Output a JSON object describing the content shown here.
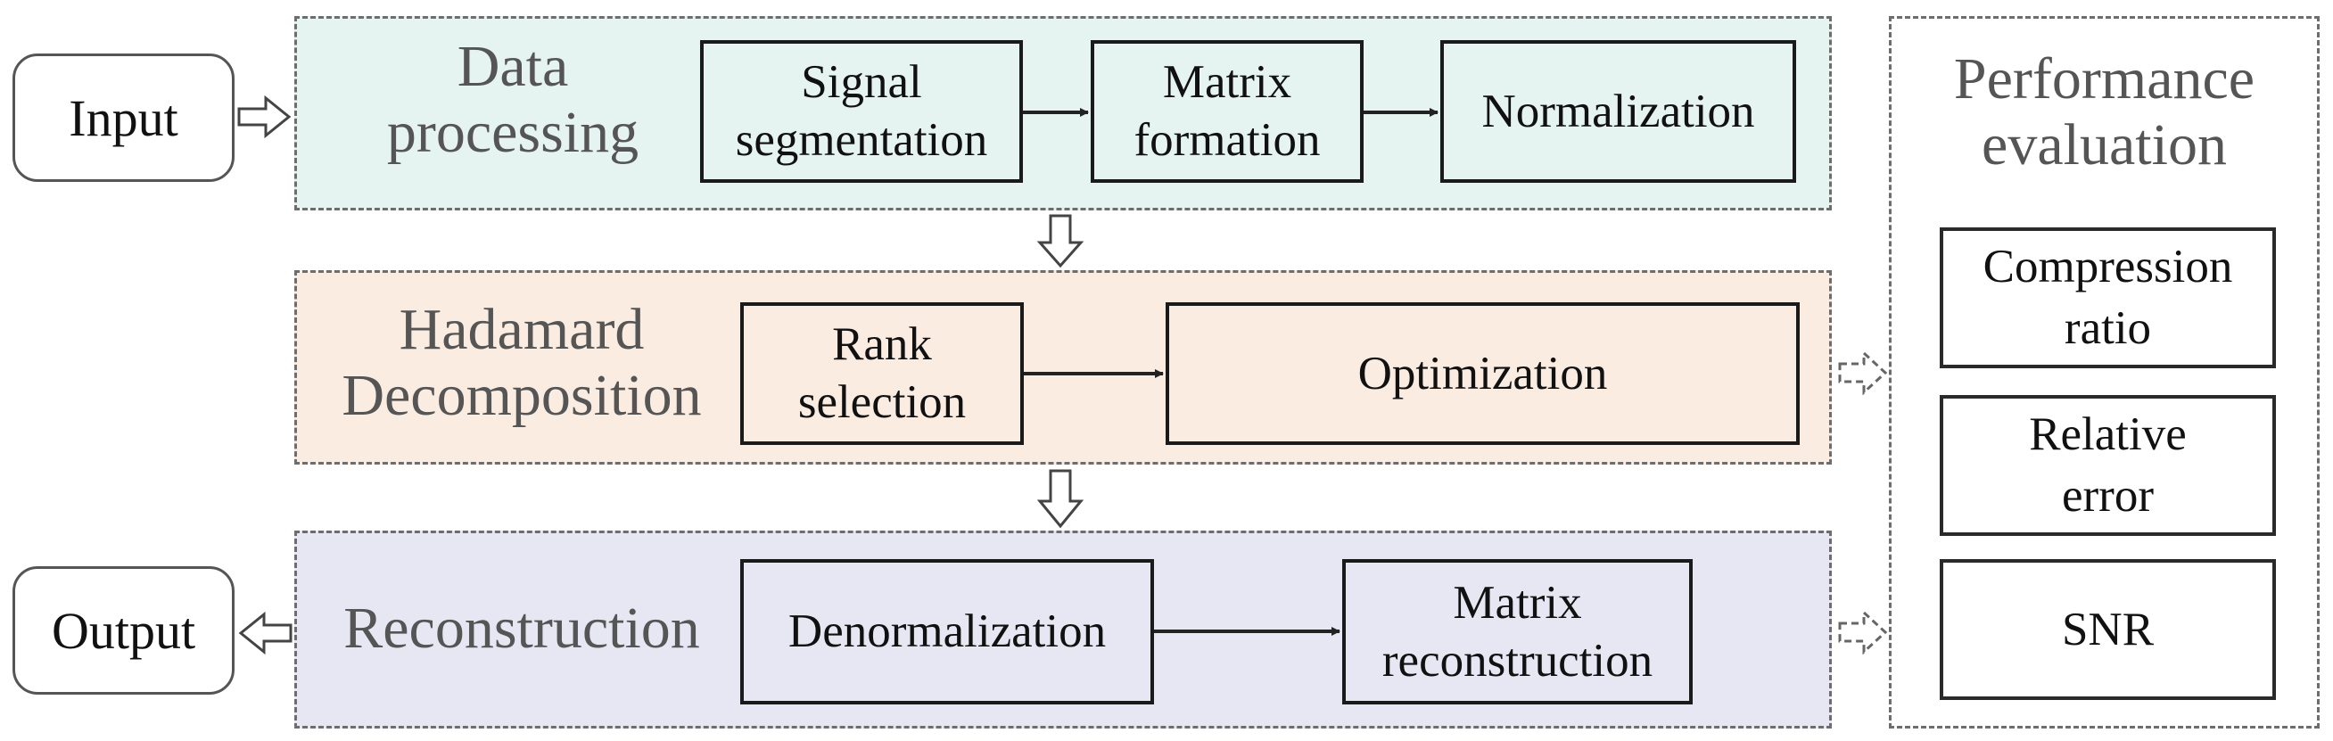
{
  "input_label": "Input",
  "output_label": "Output",
  "data_processing": {
    "title": "Data\nprocessing",
    "steps": [
      "Signal\nsegmentation",
      "Matrix\nformation",
      "Normalization"
    ]
  },
  "hadamard": {
    "title": "Hadamard\nDecomposition",
    "steps": [
      "Rank\nselection",
      "Optimization"
    ]
  },
  "reconstruction": {
    "title": "Reconstruction",
    "steps": [
      "Denormalization",
      "Matrix\nreconstruction"
    ]
  },
  "performance": {
    "title": "Performance\nevaluation",
    "metrics": [
      "Compression\nratio",
      "Relative\nerror",
      "SNR"
    ]
  },
  "colors": {
    "data_processing_bg": "#e6f4f1",
    "hadamard_bg": "#fbece2",
    "reconstruction_bg": "#e7e7f4"
  }
}
